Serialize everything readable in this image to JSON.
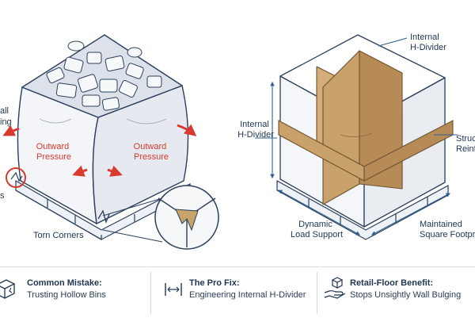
{
  "left_diagram": {
    "labels": {
      "outward_pressure_left": [
        "Outward",
        "Pressure"
      ],
      "outward_pressure_right": [
        "Outward",
        "Pressure"
      ],
      "torn_corners": "Torn Corners",
      "cut_left_edge": [
        "all",
        "ing"
      ],
      "cut_left_edge_bottom": "s"
    },
    "colors": {
      "pressure": "#d83a30",
      "outline": "#2b3f5c",
      "tear": "#c9a46a"
    }
  },
  "right_diagram": {
    "labels": {
      "internal_h_divider_top": [
        "Internal",
        "H-Divider"
      ],
      "internal_h_divider_left": [
        "Internal",
        "H-Divider"
      ],
      "structural_reinforcement_cut": [
        "Struc",
        "Reinf"
      ],
      "dynamic_load_support": [
        "Dynamic",
        "Load Support"
      ],
      "maintained_square_footprint": [
        "Maintained",
        "Square Footprin"
      ]
    },
    "colors": {
      "cardboard": "#c9a16b",
      "cardboard_dark": "#a77d4a",
      "dimension": "#2f5f8f",
      "outline": "#2b3f5c"
    }
  },
  "footer": {
    "items": [
      {
        "title": "Common Mistake:",
        "subtitle": "Trusting Hollow Bins",
        "icon": "broken-box-icon"
      },
      {
        "title": "The Pro Fix:",
        "subtitle": "Engineering Internal H-Divider",
        "icon": "h-divider-icon"
      },
      {
        "title": "Retail-Floor Benefit:",
        "subtitle": "Stops Unsightly Wall Bulging",
        "icon": "hand-box-icon"
      }
    ]
  }
}
